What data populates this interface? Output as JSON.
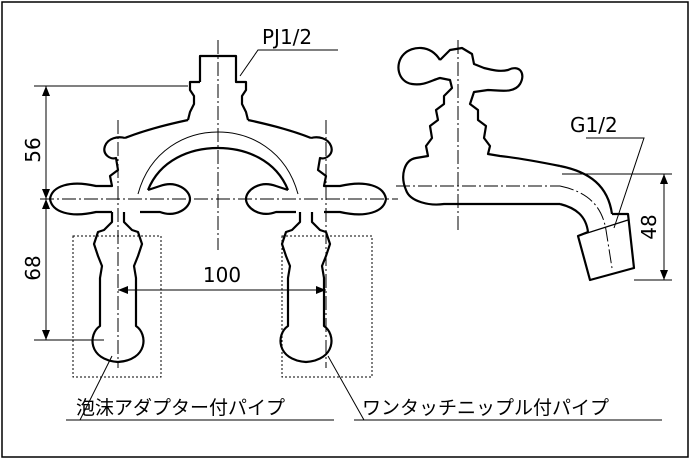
{
  "labels": {
    "pj": "PJ1/2",
    "g": "G1/2",
    "dim_56": "56",
    "dim_68": "68",
    "dim_100": "100",
    "dim_48": "48",
    "left_caption": "泡沫アダプター付パイプ",
    "right_caption": "ワンタッチニップル付パイプ"
  }
}
